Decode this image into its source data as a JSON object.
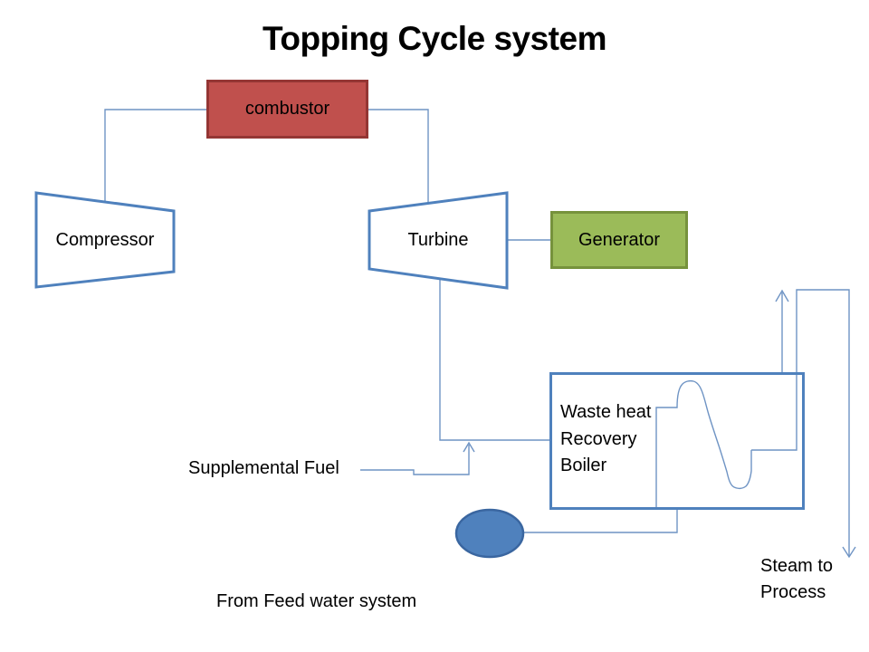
{
  "title": "Topping Cycle system",
  "colors": {
    "background": "#ffffff",
    "text": "#000000",
    "combustor_fill": "#c0504d",
    "combustor_border": "#943634",
    "generator_fill": "#9bbb59",
    "generator_border": "#76923c",
    "shape_outline": "#4f81bd",
    "connector": "#6f94c4",
    "pump_fill": "#4f81bd",
    "pump_border": "#3a66a0"
  },
  "nodes": {
    "combustor": {
      "label": "combustor"
    },
    "compressor": {
      "label": "Compressor"
    },
    "turbine": {
      "label": "Turbine"
    },
    "generator": {
      "label": "Generator"
    },
    "boiler": {
      "label": "Waste heat Recovery Boiler",
      "lines": [
        "Waste heat",
        "Recovery",
        "Boiler"
      ]
    },
    "pump": {
      "label": ""
    }
  },
  "labels": {
    "supplemental_fuel": "Supplemental Fuel",
    "feed_water": "From Feed water system",
    "steam_to_process": {
      "text": "Steam to Process",
      "lines": [
        "Steam to",
        "Process"
      ]
    }
  }
}
